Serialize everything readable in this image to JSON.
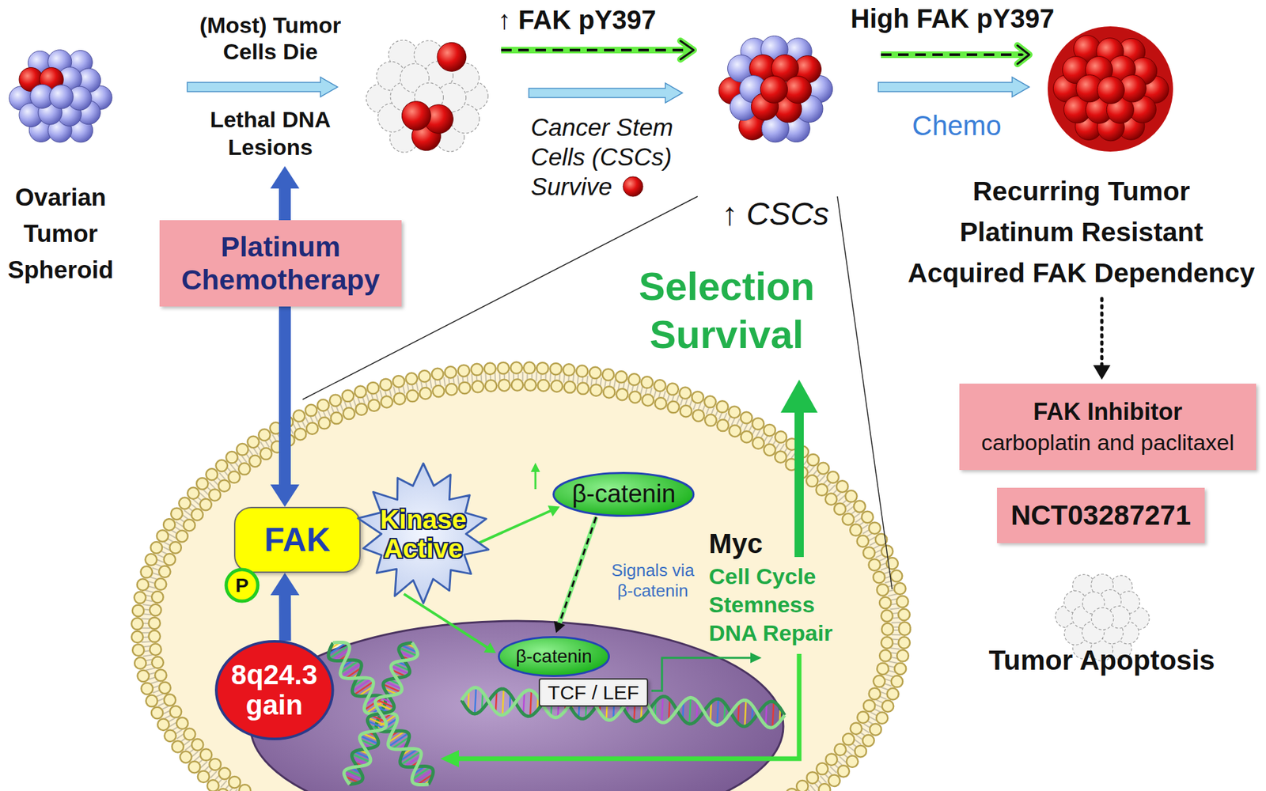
{
  "diagram": {
    "nodes": [
      {
        "text": [
          "Ovarian Tumor Spheroid"
        ]
      },
      {
        "text": [
          "↑ CSCs"
        ]
      },
      {
        "text": [
          "Recurring Tumor",
          "Platinum Resistant",
          "Acquired FAK Dependency"
        ]
      },
      {
        "text": [
          "Platinum Chemotherapy"
        ]
      },
      {
        "text": [
          "FAK Inhibitor",
          "carboplatin and paclitaxel"
        ]
      },
      {
        "text": [
          "NCT03287271"
        ]
      },
      {
        "text": [
          "β-catenin"
        ]
      },
      {
        "text": [
          "FAK"
        ]
      },
      {
        "text": [
          "Kinase Active"
        ]
      },
      {
        "text": [
          "P"
        ]
      },
      {
        "text": [
          "β-catenin"
        ]
      },
      {
        "text": [
          "TCF / LEF"
        ]
      },
      {
        "text": [
          "8q24.3 gain"
        ]
      },
      {
        "text": [
          "Tumor Apoptosis"
        ]
      }
    ],
    "edges": [
      {
        "from": 1,
        "to": 2,
        "arrow": "to",
        "label": "Chemo"
      },
      {
        "from": 1,
        "to": 2,
        "arrow": "to",
        "label": "High FAK pY397"
      },
      {
        "from": 2,
        "to": 4,
        "arrow": "to"
      },
      {
        "from": 3,
        "to": 7,
        "arrow": "to"
      },
      {
        "from": 12,
        "to": 7,
        "arrow": "to"
      },
      {
        "from": 8,
        "to": 6,
        "arrow": "to"
      },
      {
        "from": 8,
        "to": 10,
        "arrow": "to"
      },
      {
        "from": 6,
        "to": 10,
        "arrow": "to",
        "label": "Signals via β-catenin"
      }
    ],
    "labels": [
      "(Most) Tumor Cells Die",
      "Lethal DNA Lesions",
      "↑ FAK pY397",
      "Cancer Stem Cells (CSCs) Survive",
      "Selection Survival",
      "Myc",
      "Cell Cycle Stemness DNA Repair"
    ]
  }
}
